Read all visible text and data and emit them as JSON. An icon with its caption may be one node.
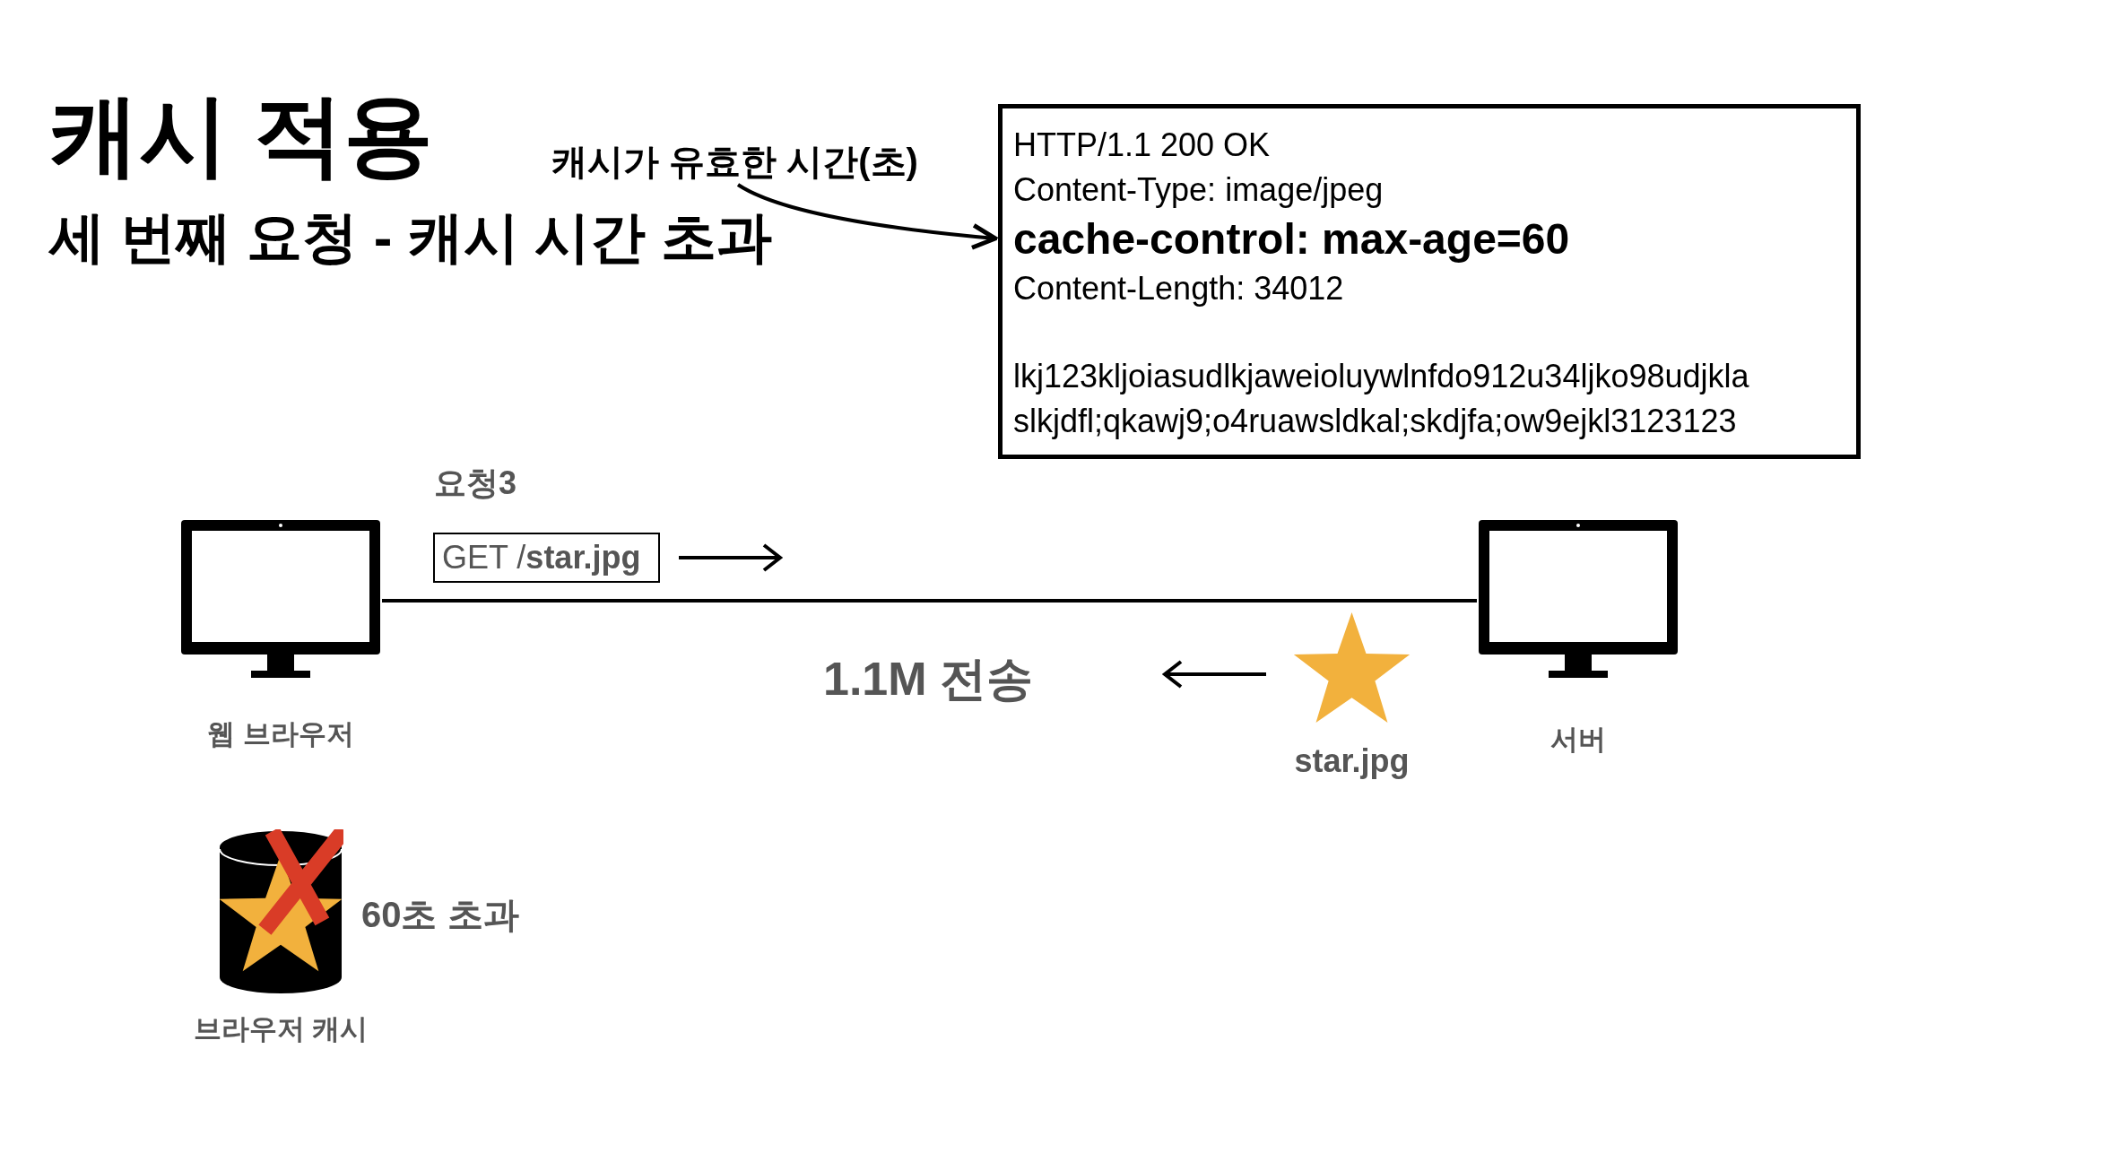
{
  "diagram": {
    "title": "캐시 적용",
    "nodes": [
      {
        "text": [],
        "shape": "monitor",
        "beside": [
          "웹 브라우저"
        ]
      },
      {
        "text": [],
        "shape": "monitor",
        "beside": [
          "서버"
        ]
      },
      {
        "text": [
          "HTTP/1.1 200 OK",
          "Content-Type: image/jpeg",
          "cache-control: max-age=60",
          "Content-Length: 34012",
          "lkj123kljoiasudlkjaweioluywlnfdo912u34ljko98udjkla",
          "slkjdfl;qkawj9;o4ruawsldkal;skdjfa;ow9ejkl3123123"
        ]
      },
      {
        "text": [
          "캐시가 유효한 시간(초)"
        ]
      },
      {
        "text": [
          "GET /**star.jpg**"
        ]
      },
      {
        "text": [],
        "shape": "star",
        "beside": [
          "star.jpg"
        ]
      },
      {
        "text": [],
        "shape": "cylinder",
        "beside": [
          "브라우저 캐시"
        ]
      }
    ],
    "edges": [
      {
        "from": 3,
        "to": 2,
        "arrow": "to"
      },
      {
        "from": 0,
        "to": 1,
        "arrow": "none"
      }
    ],
    "labels": [
      "세 번째 요청 - 캐시 시간 초과",
      "요청3",
      "1.1M 전송",
      "60초 초과"
    ]
  }
}
